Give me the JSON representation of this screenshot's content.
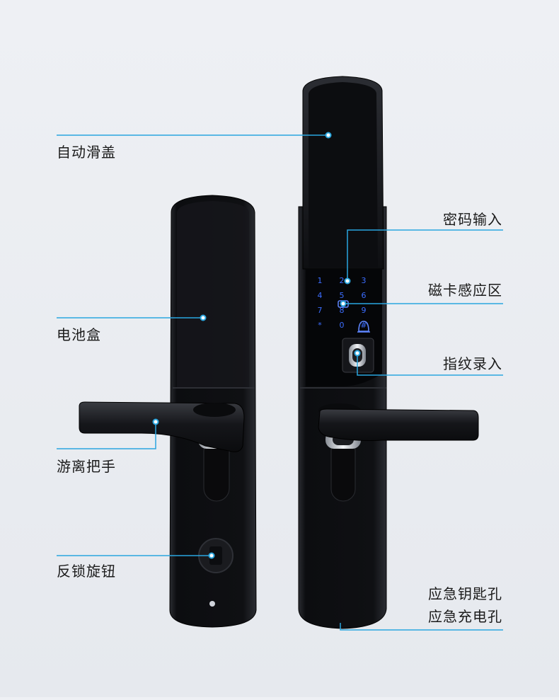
{
  "callouts": {
    "auto_slide_cover": "自动滑盖",
    "password_input": "密码输入",
    "card_sensing_area": "磁卡感应区",
    "battery_box": "电池盒",
    "fingerprint_input": "指纹录入",
    "floating_handle": "游离把手",
    "anti_lock_knob": "反锁旋钮",
    "emergency_key_hole": "应急钥匙孔",
    "emergency_charge_hole": "应急充电孔"
  },
  "keypad": {
    "keys": [
      "1",
      "2",
      "3",
      "4",
      "5",
      "6",
      "7",
      "8",
      "9",
      "*",
      "0",
      "#"
    ]
  },
  "colors": {
    "callout_line": "#2aa6df",
    "lock_body": "#121316",
    "keypad_glow": "#3b6dff"
  }
}
